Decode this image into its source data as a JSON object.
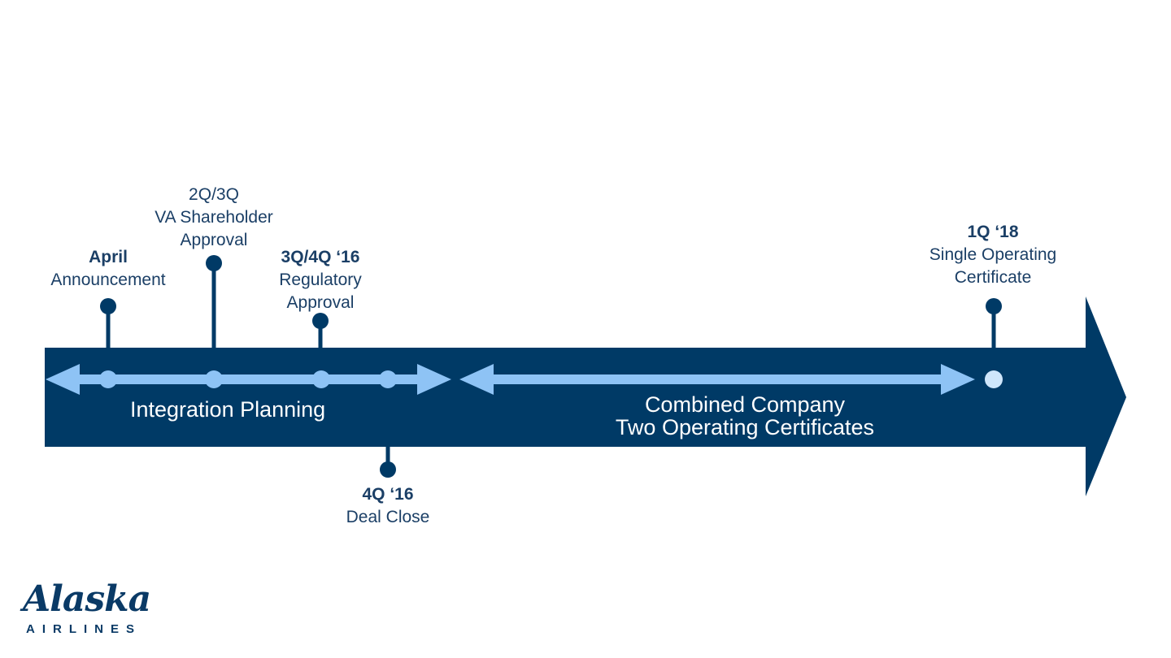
{
  "milestones": [
    {
      "id": "april",
      "head": "April",
      "body": [
        "Announcement"
      ]
    },
    {
      "id": "shareholder",
      "head": "",
      "body": [
        "2Q/3Q",
        "VA Shareholder",
        "Approval"
      ]
    },
    {
      "id": "regulatory",
      "head": "3Q/4Q ‘16",
      "body": [
        "Regulatory",
        "Approval"
      ]
    },
    {
      "id": "deal-close",
      "head": "4Q ‘16",
      "body": [
        "Deal Close"
      ]
    },
    {
      "id": "single-cert",
      "head": "1Q ‘18",
      "body": [
        "Single Operating",
        "Certificate"
      ]
    }
  ],
  "phases": {
    "integration": "Integration Planning",
    "combined_line1": "Combined Company",
    "combined_line2": "Two Operating Certificates"
  },
  "logo": {
    "name": "Alaska",
    "sub": "AIRLINES"
  },
  "colors": {
    "arrow": "#003a66",
    "accent": "#8ec3f5",
    "text": "#1b3f66"
  }
}
